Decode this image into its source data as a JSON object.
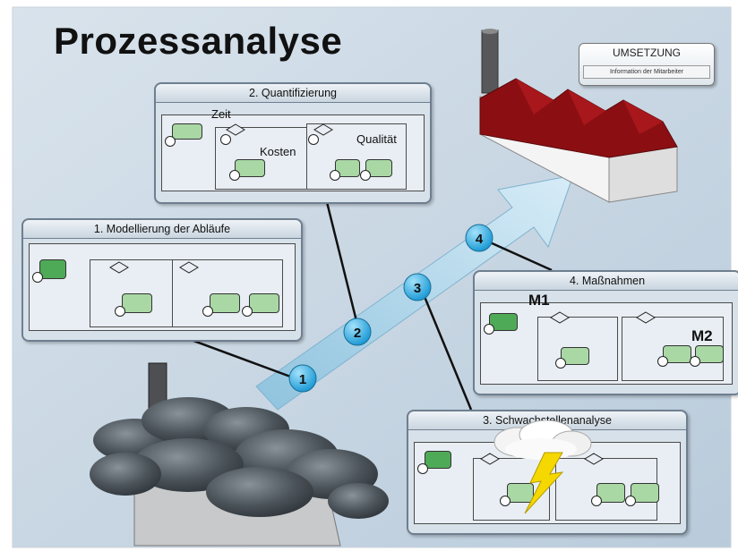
{
  "title": "Prozessanalyse",
  "umsetzung": {
    "title": "UMSETZUNG",
    "subtitle": "Information der Mitarbeiter"
  },
  "panels": {
    "modellierung": {
      "title": "1. Modellierung der Abläufe"
    },
    "quantifizierung": {
      "title": "2. Quantifizierung",
      "labels": {
        "zeit": "Zeit",
        "kosten": "Kosten",
        "qualitaet": "Qualität"
      }
    },
    "schwachstellen": {
      "title": "3. Schwachstellenanalyse"
    },
    "massnahmen": {
      "title": "4. Maßnahmen",
      "labels": {
        "m1": "M1",
        "m2": "M2"
      }
    }
  },
  "steps": [
    "1",
    "2",
    "3",
    "4"
  ],
  "colors": {
    "background": "#c4d3e1",
    "arrow": "#a9d3ea",
    "step_circle": "#2aa9e0",
    "roof": "#8b0f12",
    "process_box": "#4faa57",
    "lightning": "#f5d800"
  },
  "icons": [
    "factory-icon",
    "storm-cloud-icon",
    "lightning-icon",
    "chimney-icon"
  ]
}
